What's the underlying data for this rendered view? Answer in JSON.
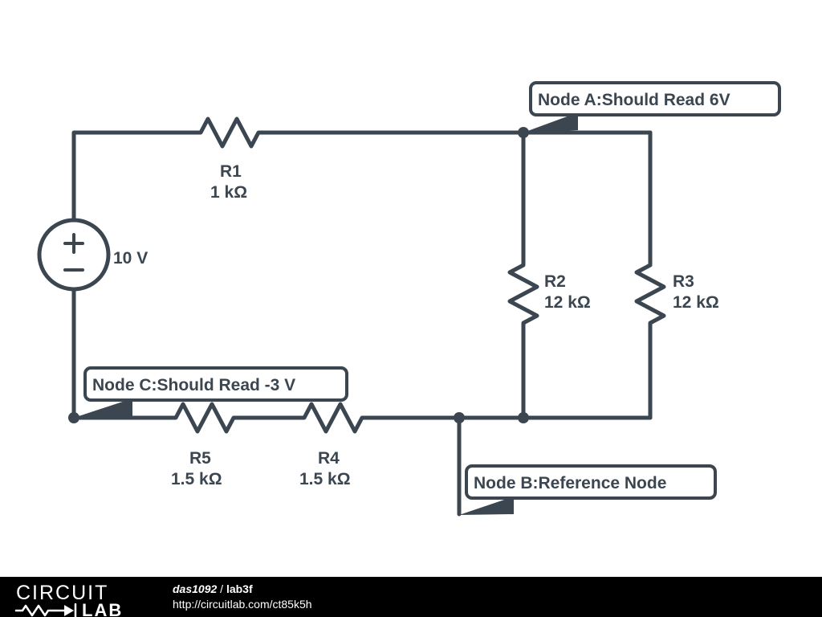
{
  "schematic": {
    "title": "lab3f",
    "source": {
      "label": "10 V",
      "symbol": "dc-voltage-source"
    },
    "components": [
      {
        "id": "R1",
        "name": "R1",
        "value": "1 kΩ"
      },
      {
        "id": "R2",
        "name": "R2",
        "value": "12 kΩ"
      },
      {
        "id": "R3",
        "name": "R3",
        "value": "12 kΩ"
      },
      {
        "id": "R4",
        "name": "R4",
        "value": "1.5 kΩ"
      },
      {
        "id": "R5",
        "name": "R5",
        "value": "1.5 kΩ"
      }
    ],
    "callouts": [
      {
        "id": "node-a",
        "text": "Node A:Should Read 6V"
      },
      {
        "id": "node-c",
        "text": "Node C:Should Read -3 V"
      },
      {
        "id": "node-b",
        "text": "Node B:Reference Node"
      }
    ],
    "colors": {
      "wire": "#3b4650",
      "background": "#ffffff",
      "footer": "#000000"
    }
  },
  "footer": {
    "logo_line1": "CIRCUIT",
    "logo_line2": "LAB",
    "user": "das1092",
    "separator": "/",
    "project": "lab3f",
    "url": "http://circuitlab.com/ct85k5h"
  }
}
